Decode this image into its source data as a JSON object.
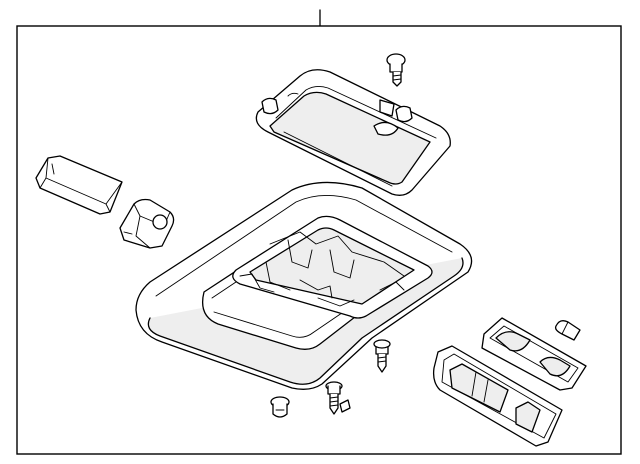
{
  "diagram": {
    "colors": {
      "line": "#000000",
      "frame_fill": "#ffffff",
      "background": "#ffffff",
      "panel_tint": "#eeeeee"
    },
    "parts": [
      {
        "id": "overhead-console-housing"
      },
      {
        "id": "sunglass-holder-door"
      },
      {
        "id": "map-lamp-switch-panel"
      },
      {
        "id": "garage-opener-module"
      },
      {
        "id": "lamp-socket"
      },
      {
        "id": "bulb"
      },
      {
        "id": "screw",
        "count": 3
      },
      {
        "id": "clip",
        "count": 1
      }
    ]
  }
}
